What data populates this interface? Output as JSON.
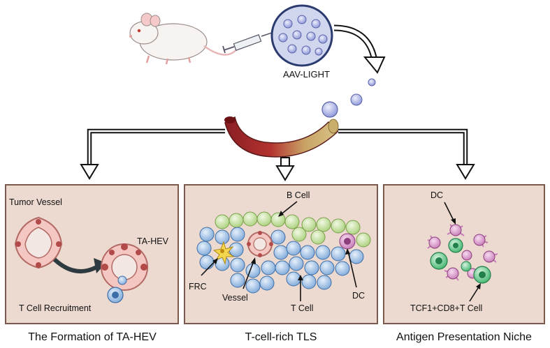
{
  "top": {
    "vector_label": "AAV-LIGHT"
  },
  "panels": [
    {
      "caption": "The Formation of TA-HEV",
      "labels": {
        "tumor_vessel": "Tumor Vessel",
        "ta_hev": "TA-HEV",
        "recruitment": "T Cell Recruitment"
      }
    },
    {
      "caption": "T-cell-rich TLS",
      "labels": {
        "b_cell": "B Cell",
        "frc": "FRC",
        "vessel": "Vessel",
        "t_cell": "T Cell",
        "dc": "DC"
      }
    },
    {
      "caption": "Antigen Presentation Niche",
      "labels": {
        "dc": "DC",
        "tcf1": "TCF1+CD8+T Cell"
      }
    }
  ],
  "colors": {
    "panel_fill": "#ecd9cf",
    "panel_border": "#7a5a4c",
    "b_cell": "#b6d98a",
    "t_cell": "#7ea8d8",
    "dc": "#c77bb8",
    "green_cell": "#3db36b",
    "virus": "#8a93d8"
  }
}
